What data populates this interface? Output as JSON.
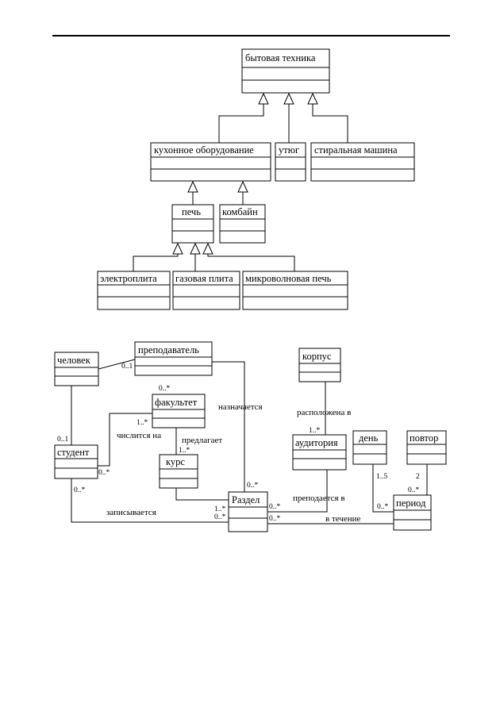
{
  "hierarchy": {
    "appliances": "бытовая техника",
    "kitchen_equipment": "кухонное оборудование",
    "iron": "утюг",
    "washing_machine": "стиральная машина",
    "oven": "печь",
    "combine": "комбайн",
    "electric_stove": "электроплита",
    "gas_stove": "газовая плита",
    "microwave": "микроволновая печь"
  },
  "classes": {
    "person": "человек",
    "teacher": "преподаватель",
    "faculty": "факультет",
    "student": "студент",
    "course": "курс",
    "section": "Раздел",
    "building": "корпус",
    "classroom": "аудитория",
    "day": "день",
    "repeat": "повтор",
    "period": "период"
  },
  "associations": {
    "assigned": "назначается",
    "enrolled_in": "числится на",
    "offers": "предлагает",
    "located_in": "расположена в",
    "taught_in": "преподается в",
    "registers": "записывается",
    "during": "в течение"
  },
  "multiplicities": {
    "teacher_person": "0..1",
    "faculty_top": "0..*",
    "faculty_student": "1..*",
    "student_person": "0..1",
    "student_faculty": "0..*",
    "student_section": "0..*",
    "course_faculty": "1..*",
    "section_teacher": "0..*",
    "section_course": "1..*",
    "section_student": "0..*",
    "section_classroom": "0..*",
    "section_period": "0..*",
    "classroom_building": "1..*",
    "day_period": "1..5",
    "repeat_period": "2",
    "period_repeat": "0..*",
    "period_section": "0..*"
  }
}
